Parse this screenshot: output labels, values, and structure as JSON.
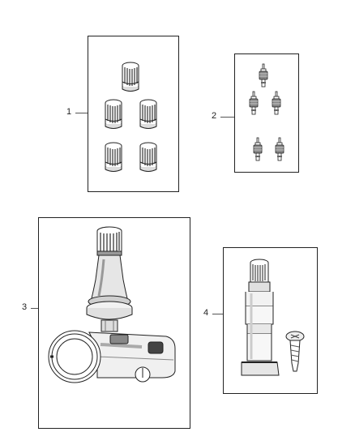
{
  "callouts": {
    "c1": "1",
    "c2": "2",
    "c3": "3",
    "c4": "4"
  },
  "icons": {
    "valve_caps": "valve-cap-icon",
    "valve_cores": "valve-core-icon",
    "tpms_sensor": "tire-pressure-sensor-icon",
    "valve_stem_kit": "valve-stem-icon"
  },
  "colors": {
    "line": "#222222",
    "shade": "#bdbdbd",
    "dark": "#555555"
  }
}
